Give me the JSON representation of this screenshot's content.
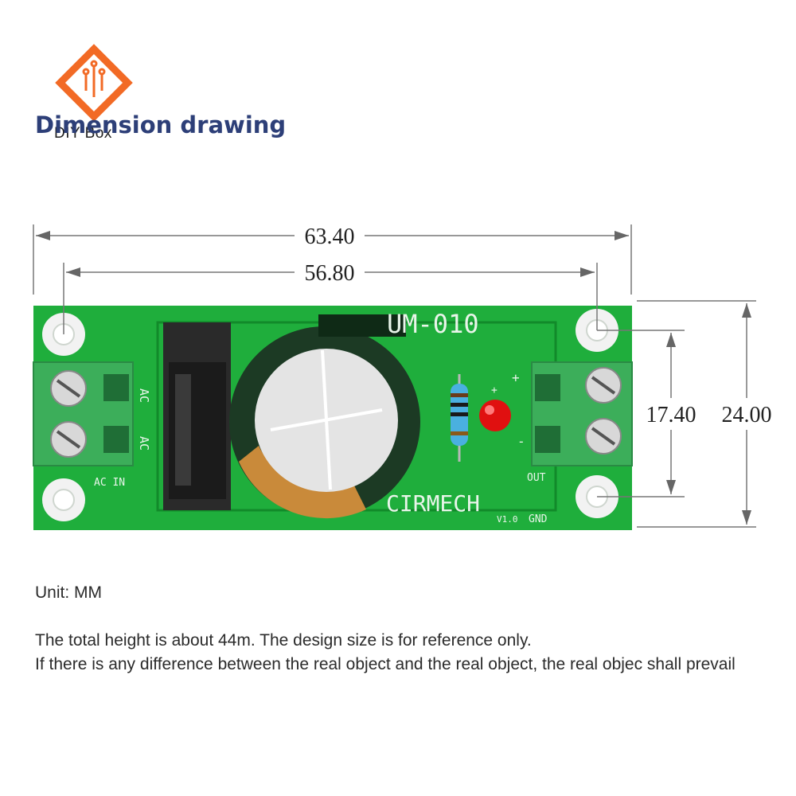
{
  "title": "Dimension drawing",
  "watermark": {
    "brand": "DIY Box",
    "color": "#f26a25"
  },
  "dimensions": {
    "overall_width": "63.40",
    "hole_spacing_x": "56.80",
    "hole_spacing_y": "17.40",
    "overall_height": "24.00"
  },
  "board": {
    "model": "UM-010",
    "maker": "CIRMECH",
    "version": "V1.0",
    "labels": {
      "ac_top": "AC",
      "ac_bottom": "AC",
      "ac_in": "AC IN",
      "plus_top": "+",
      "plus_led": "+",
      "minus": "-",
      "out": "OUT",
      "gnd": "GND"
    },
    "colors": {
      "pcb": "#1fae3c",
      "terminal": "#3cae5a",
      "capacitor": "#1c3a24",
      "led": "#e01010"
    }
  },
  "notes": {
    "unit": "Unit: MM",
    "line1": "The total height is about 44m. The design size is for reference only.",
    "line2": "If there is any difference between the real object and the real object, the real objec shall prevail"
  }
}
